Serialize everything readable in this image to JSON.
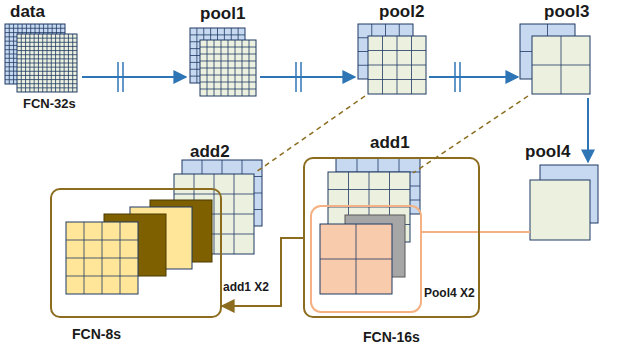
{
  "diagram": {
    "nodes": [
      {
        "text": [
          "data"
        ]
      },
      {
        "text": [
          "pool1"
        ]
      },
      {
        "text": [
          "pool2"
        ]
      },
      {
        "text": [
          "pool3"
        ]
      },
      {
        "text": [
          "add2"
        ]
      },
      {
        "text": [
          "FCN-8s"
        ]
      },
      {
        "text": [
          "FCN-16s"
        ]
      },
      {
        "text": [
          "add1"
        ],
        "in": 6
      },
      {
        "text": [
          "pool4"
        ]
      }
    ],
    "edges": [
      {
        "from": 0,
        "to": 1,
        "arrow": "to"
      },
      {
        "from": 1,
        "to": 2,
        "arrow": "to"
      },
      {
        "from": 2,
        "to": 3,
        "arrow": "to"
      },
      {
        "from": 3,
        "to": 8,
        "arrow": "to"
      },
      {
        "from": 2,
        "to": 4,
        "arrow": "none"
      },
      {
        "from": 3,
        "to": 7,
        "arrow": "none"
      },
      {
        "from": 6,
        "to": 5,
        "arrow": "to"
      }
    ],
    "labels": [
      "FCN-32s",
      "add1 X2",
      "Pool4 X2"
    ]
  }
}
